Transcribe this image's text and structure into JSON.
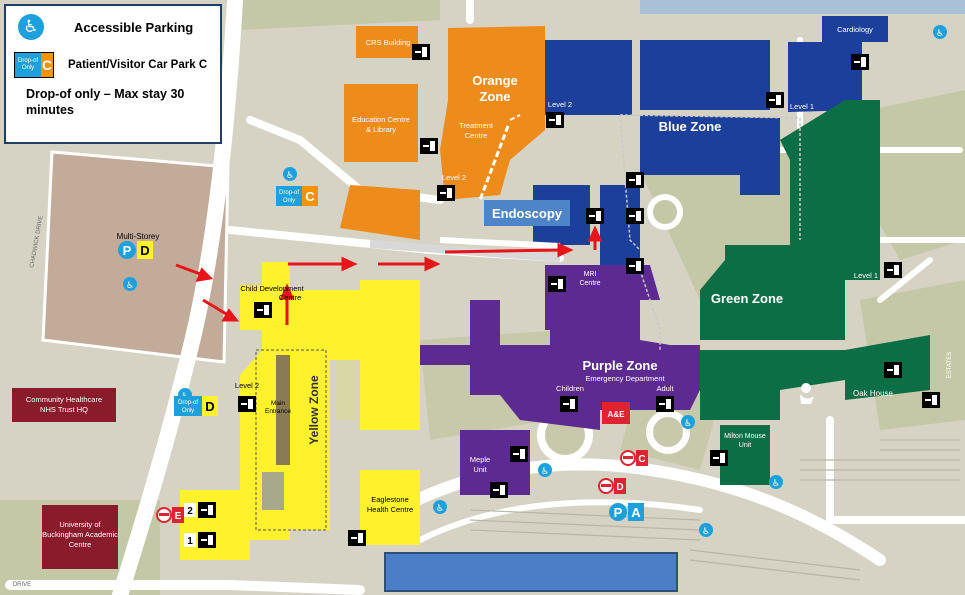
{
  "legend": {
    "accessible_parking": "Accessible Parking",
    "patient_visitor": "Patient/Visitor Car Park C",
    "drop_off_badge_text": "Drop-of Only",
    "drop_off_badge_letter": "C",
    "drop_off_note": "Drop-of  only – Max stay  30 minutes",
    "wheelchair_icon": "wheelchair-icon"
  },
  "callout": {
    "endoscopy": "Endoscopy"
  },
  "zones": {
    "orange": "Orange Zone",
    "blue": "Blue Zone",
    "green": "Green Zone",
    "purple": "Purple Zone",
    "yellow": "Yellow Zone"
  },
  "buildings": {
    "crs": "CRS Building",
    "education": "Education Centre & Library",
    "treatment": "Treatment Centre",
    "cardiology": "Cardiology",
    "mri": "MRI Centre",
    "child_dev": "Child Development Centre",
    "main_entrance": "Main Entrance",
    "emergency": "Emergency Department",
    "children": "Children",
    "adult": "Adult",
    "ae": "A&E",
    "maple": "Meple Unit",
    "milton": "Milton Mouse Unit",
    "oak": "Oak House",
    "eaglestone": "Eaglestone Health Centre",
    "community": "Community Healthcare NHS Trust HQ",
    "university": "University of Buckingham Academic Centre",
    "multistorey": "Multi-Storey",
    "estates": "ESTATES"
  },
  "levels": {
    "level2": "Level 2",
    "level1": "Level 1"
  },
  "roads": {
    "chadwick": "CHADWICK DRIVE",
    "drive": "DRIVE"
  },
  "parking": {
    "p": "P",
    "d": "D",
    "a": "A",
    "c": "C",
    "e": "E",
    "drop_off": "Drop-of Only"
  },
  "entrance_numbers": [
    "2",
    "1"
  ],
  "colors": {
    "orange": "#ee8c1b",
    "blue": "#1b3f9a",
    "green": "#0b6e44",
    "purple": "#5c2a91",
    "yellow": "#fff12b",
    "road": "#ffffff",
    "ground": "#d9d6c9",
    "grass": "#c3c7a4",
    "accent_blue": "#4e84c8",
    "route_red": "#e8141b"
  }
}
